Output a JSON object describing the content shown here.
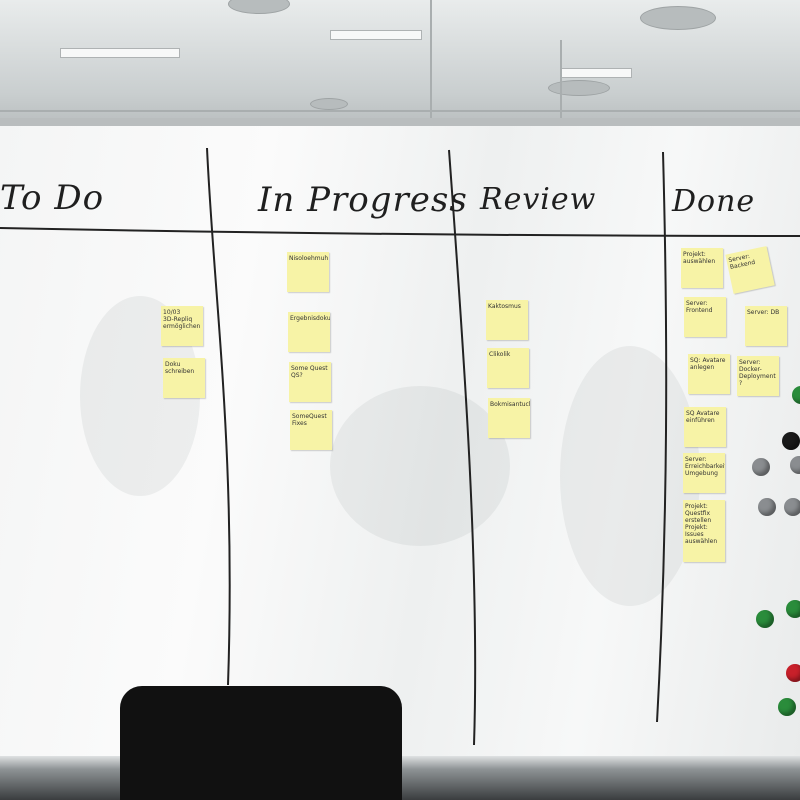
{
  "board": {
    "columns": [
      {
        "title": "To Do"
      },
      {
        "title": "In Progress"
      },
      {
        "title": "Review"
      },
      {
        "title": "Done"
      }
    ],
    "notes": {
      "todo": [
        "10/03\n3D-Repliq ermöglichen",
        "Doku schreiben"
      ],
      "in_progress": [
        "Nisoloehmuh",
        "Ergebnisdoku",
        "Some Quest QS?",
        "SomeQuest Fixes"
      ],
      "review": [
        "Kaktosmus",
        "Clikolik",
        "Bokmisantuch"
      ],
      "done": [
        "Projekt: auswählen",
        "Server: Backend",
        "Server: Frontend",
        "Server: DB",
        "SQ: Avatare anlegen",
        "Server: Docker-Deployment ?",
        "SQ Avatare einführen",
        "Server: Erreichbarkeit Umgebung",
        "Projekt: Questfix erstellen Projekt: Issues auswählen"
      ]
    }
  },
  "colors": {
    "sticky": "#f7f3a6",
    "marker": "#1f1f1f",
    "magnets": [
      "#2a8c3b",
      "#8a8d90",
      "#1a1a1a",
      "#c8202a"
    ]
  }
}
